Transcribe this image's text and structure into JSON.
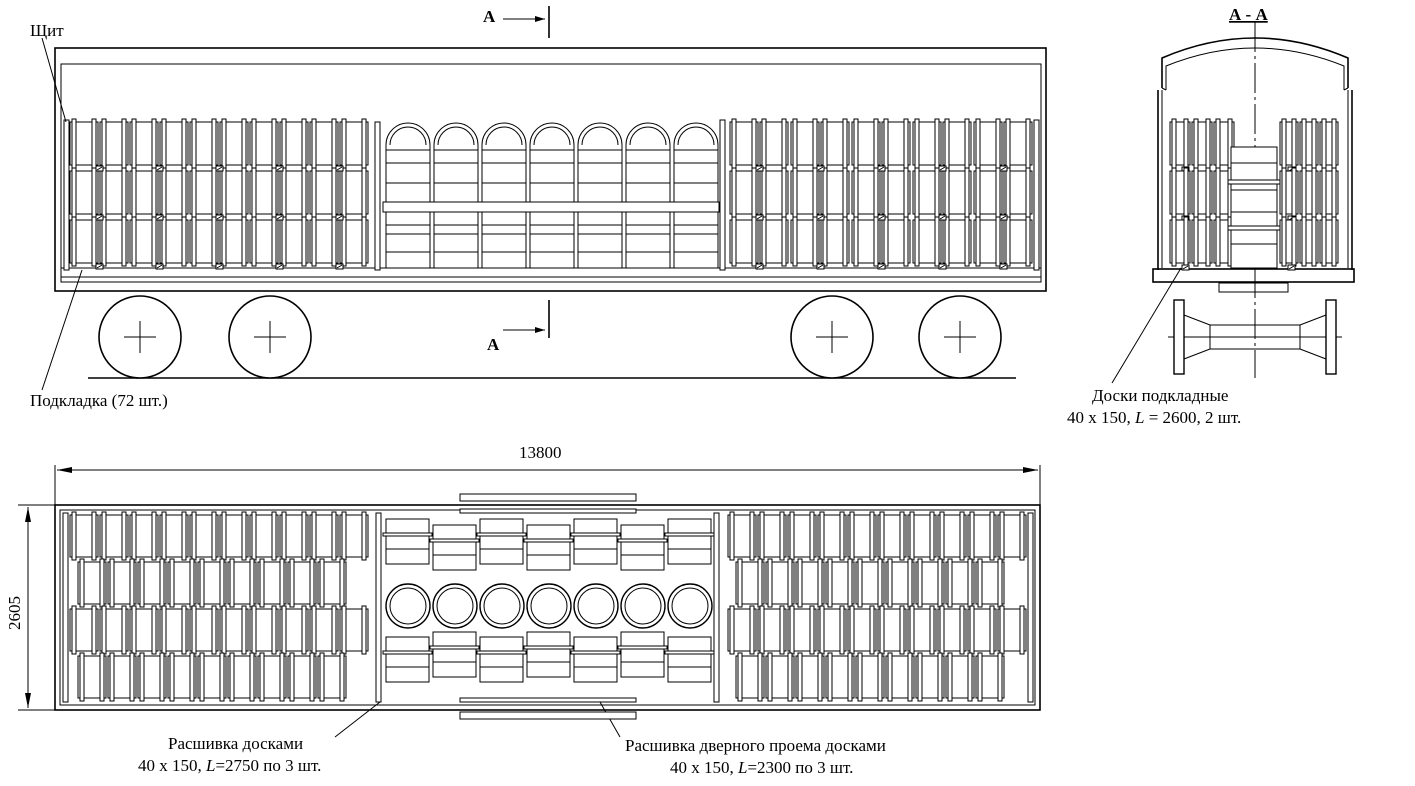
{
  "labels": {
    "shield": "Щит",
    "section_top": "А",
    "section_bottom": "А",
    "section_title": "А - А",
    "pad_count": "Подкладка (72 шт.)",
    "boards_title": "Доски подкладные",
    "boards_spec_pre": "40 х 150, ",
    "boards_spec_L": "L",
    "boards_spec_post": " = 2600, 2 шт.",
    "length_dim": "13800",
    "width_dim": "2605",
    "bracing_line1": "Расшивка досками",
    "bracing_line2_pre": "40 х 150, ",
    "bracing_line2_L": "L",
    "bracing_line2_post": "=2750 по 3 шт.",
    "door_line1": "Расшивка дверного проема досками",
    "door_line2_pre": "40 х 150, ",
    "door_line2_L": "L",
    "door_line2_post": "=2300 по 3 шт."
  }
}
